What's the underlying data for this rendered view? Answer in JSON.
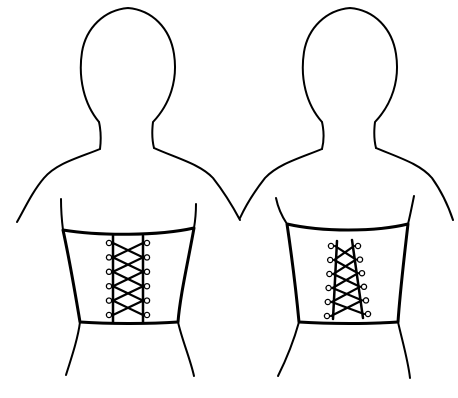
{
  "figures": [
    {
      "name": "left",
      "lacing": "parallel",
      "eyelet_pairs": 6
    },
    {
      "name": "right",
      "lacing": "tapered",
      "eyelet_pairs": 6
    }
  ],
  "colors": {
    "line": "#000000",
    "background": "#ffffff"
  }
}
